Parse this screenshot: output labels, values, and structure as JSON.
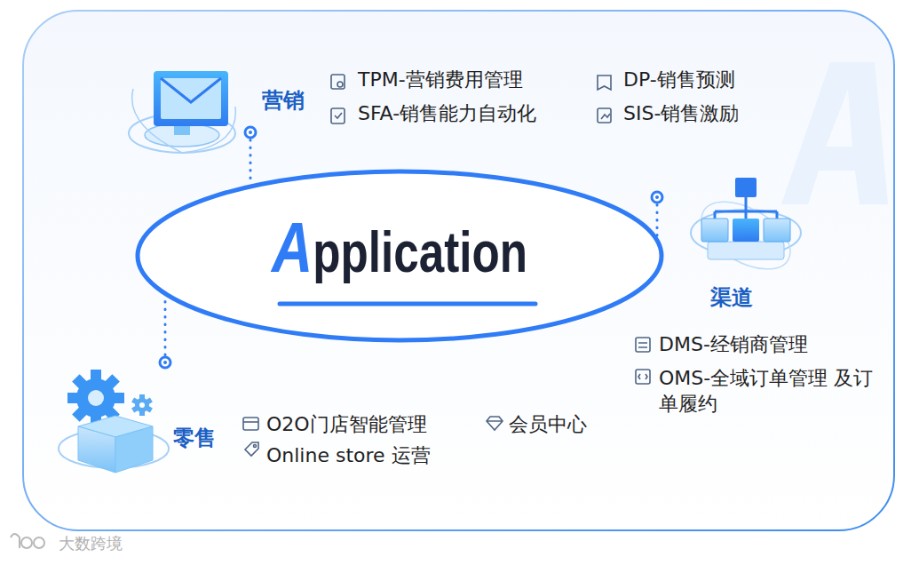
{
  "diagram": {
    "nodes": [
      {
        "text": [
          "营销",
          "TPM-营销费用管理",
          "DP-销售预测",
          "SFA-销售能力自动化",
          "SIS-销售激励"
        ]
      },
      {
        "text": [
          "Application"
        ]
      },
      {
        "text": [
          "渠道",
          "DMS-经销商管理",
          "OMS-全域订单管理 及订单履约"
        ]
      },
      {
        "text": [
          "零售",
          "O2O门店智能管理",
          "会员中心",
          "Online store 运营"
        ]
      }
    ],
    "edges": [
      {
        "from": 0,
        "to": 1,
        "arrow": "none"
      },
      {
        "from": 2,
        "to": 1,
        "arrow": "none"
      },
      {
        "from": 3,
        "to": 1,
        "arrow": "none"
      }
    ],
    "labels": [
      "大数跨境"
    ]
  }
}
